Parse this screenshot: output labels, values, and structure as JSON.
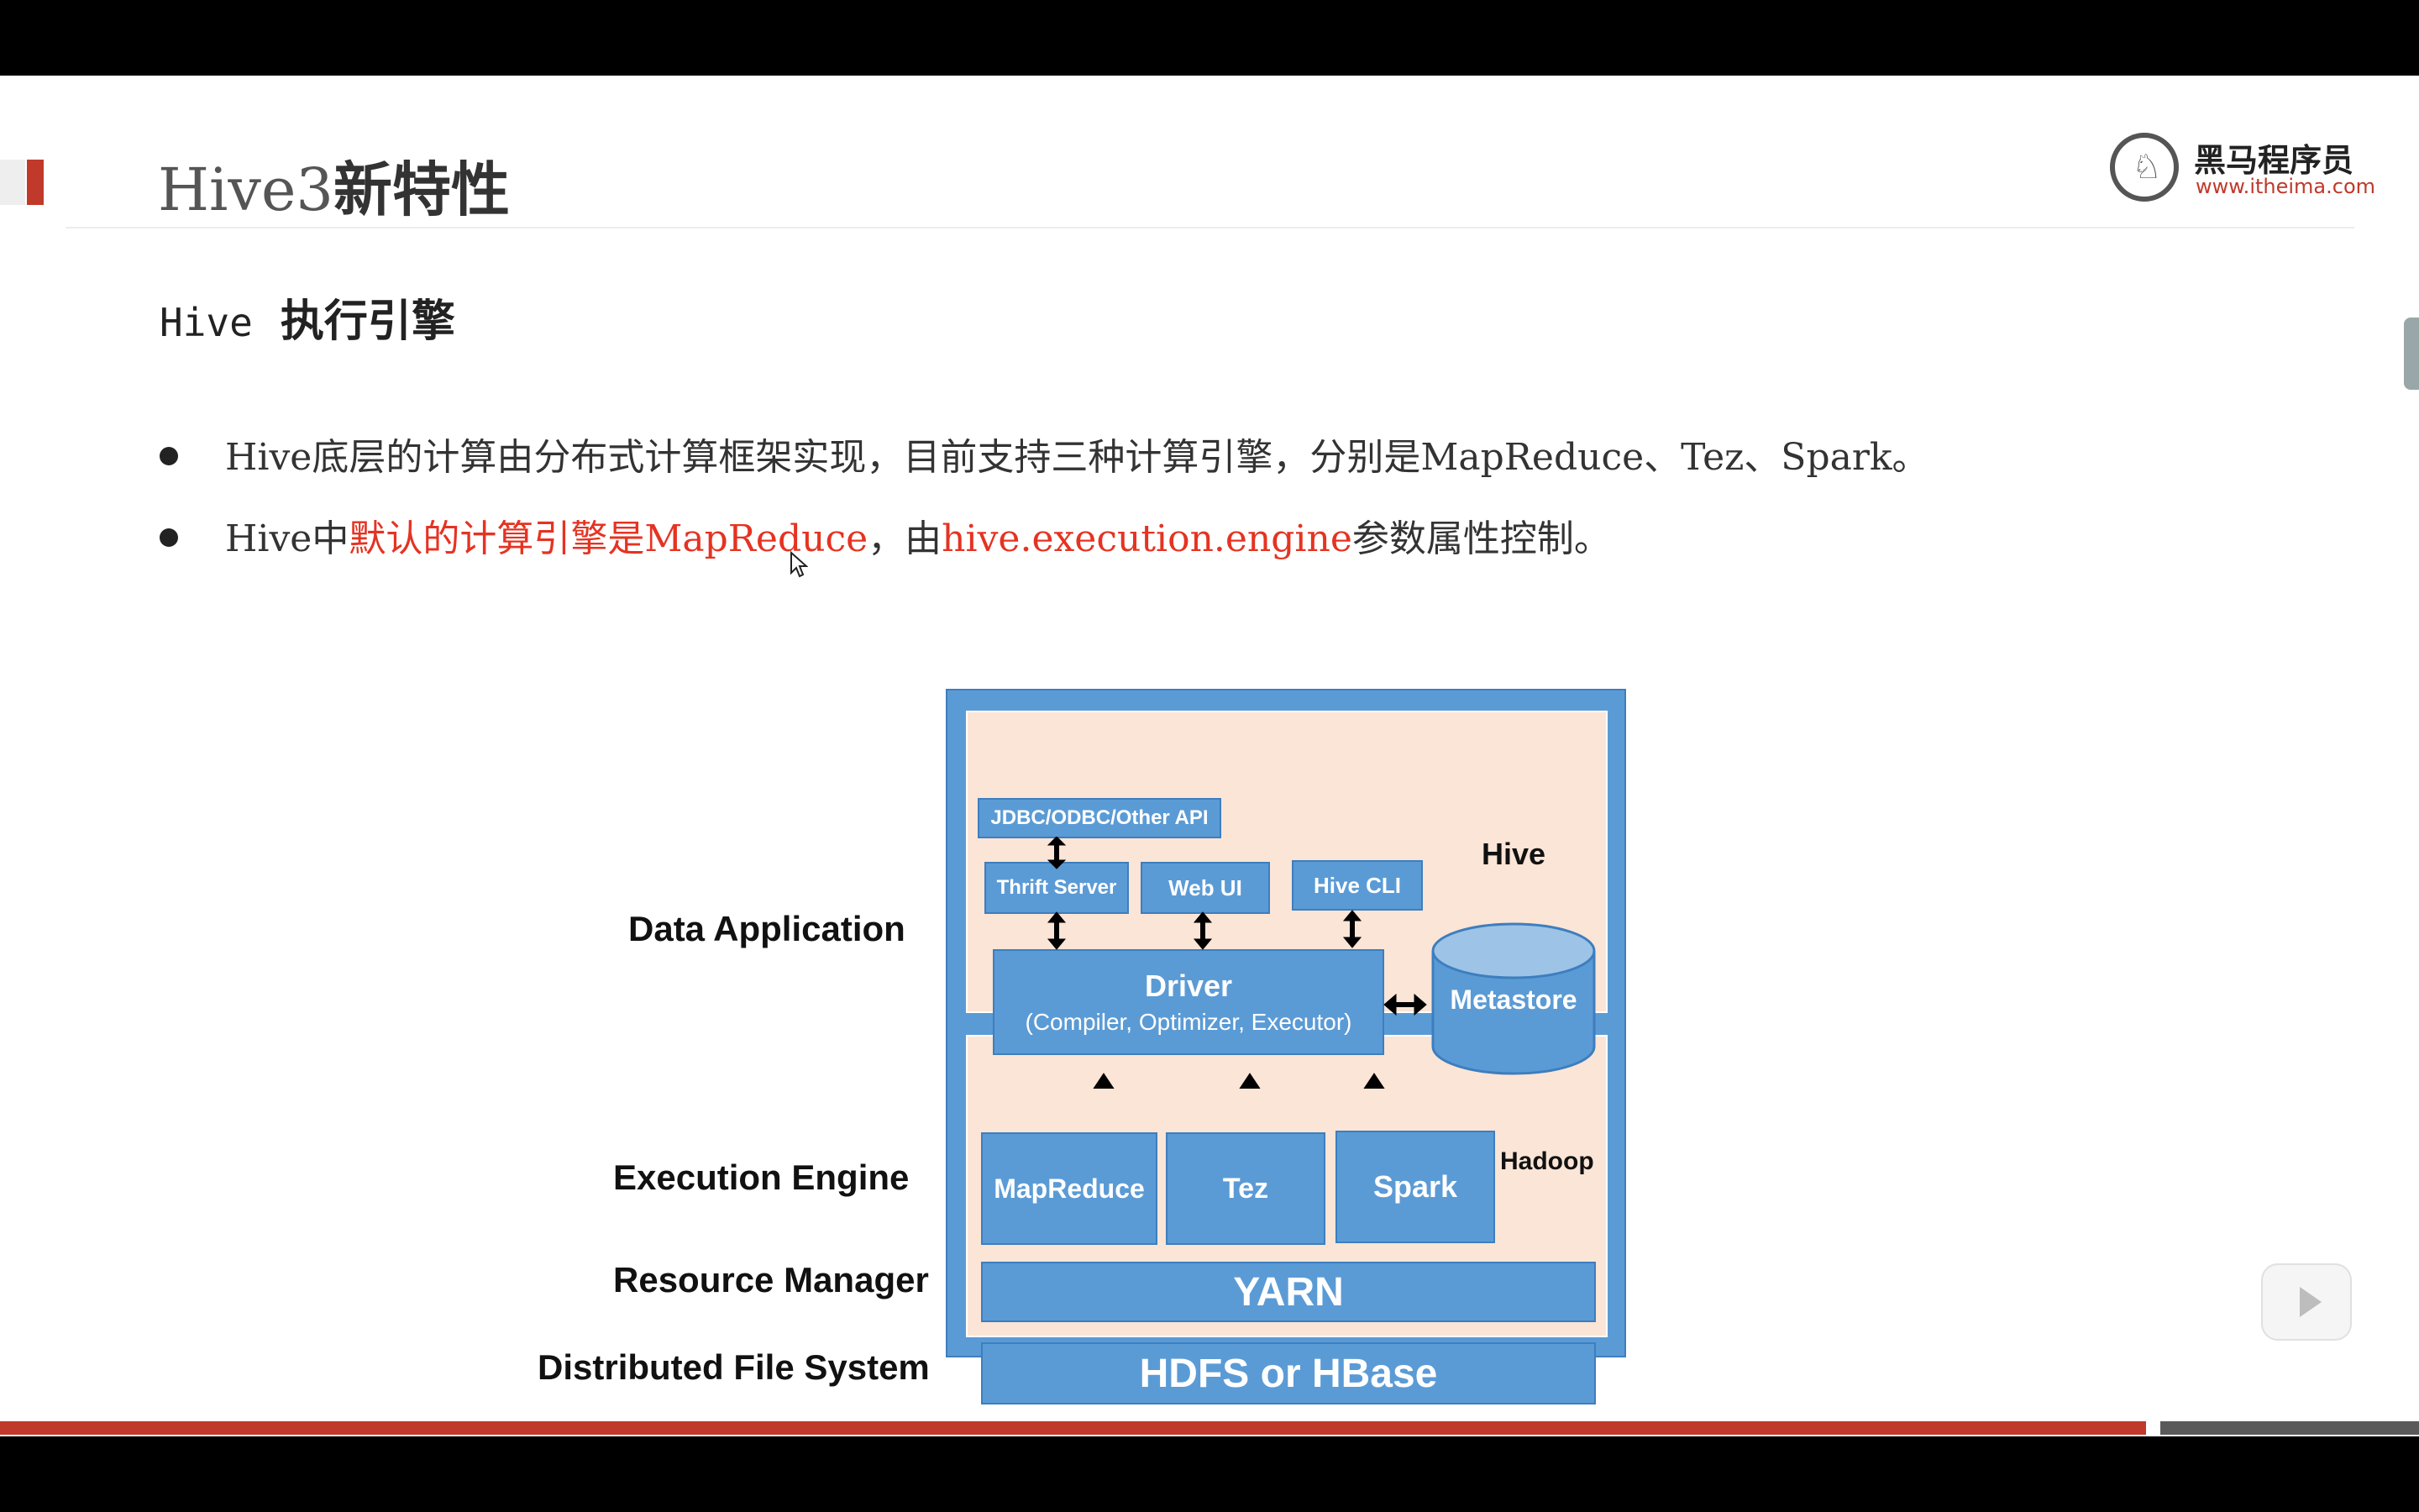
{
  "slide": {
    "title_latin": "Hive3",
    "title_cjk": "新特性",
    "subtitle_latin": "Hive",
    "subtitle_cjk": "执行引擎",
    "bullets": [
      {
        "p1": "Hive",
        "p2": "底层的计算由分布式计算框架实现，目前支持三种计算引擎，分别是",
        "p3": "MapReduce、Tez、Spark",
        "p4": "。"
      },
      {
        "p1": "Hive",
        "p2": "中",
        "p3_red": "默认的计算引擎是",
        "p4_red": "MapReduce",
        "p5": "，由",
        "p6_red": "hive.execution.engine",
        "p7": "参数属性控制。"
      }
    ]
  },
  "logo": {
    "name": "黑马程序员",
    "url": "www.itheima.com"
  },
  "diagram": {
    "row_labels": {
      "data_application": "Data Application",
      "execution_engine": "Execution Engine",
      "resource_manager": "Resource Manager",
      "distributed_fs": "Distributed File System"
    },
    "hive": {
      "label": "Hive",
      "api": "JDBC/ODBC/Other API",
      "thrift": "Thrift Server",
      "webui": "Web UI",
      "cli": "Hive CLI",
      "driver_title": "Driver",
      "driver_sub": "(Compiler, Optimizer, Executor)",
      "metastore": "Metastore"
    },
    "hadoop": {
      "label": "Hadoop",
      "mapreduce": "MapReduce",
      "tez": "Tez",
      "spark": "Spark",
      "yarn": "YARN",
      "hdfs": "HDFS or HBase"
    }
  },
  "colors": {
    "accent_red": "#c0392b",
    "highlight_red": "#e53322",
    "block_blue": "#5b9bd5",
    "panel_peach": "#fbe5d6"
  },
  "icons": {
    "play": "play-icon",
    "cursor": "mouse-pointer-icon"
  }
}
